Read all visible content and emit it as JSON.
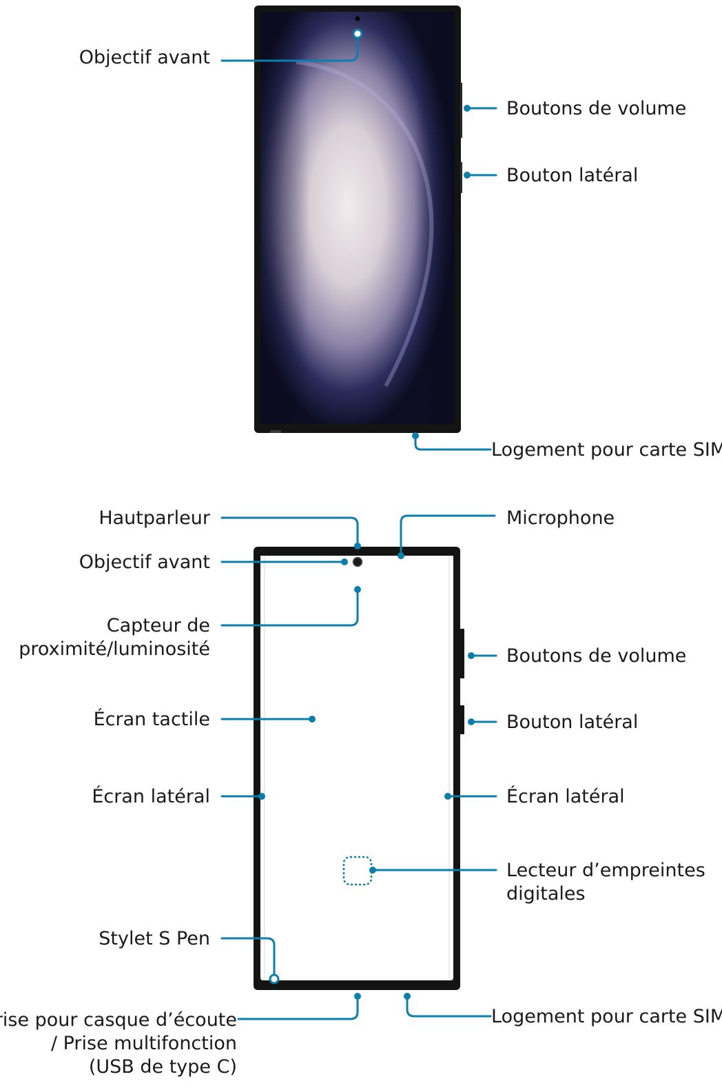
{
  "diagram": {
    "top_view": {
      "front_camera": "Objectif avant",
      "volume_buttons": "Boutons de volume",
      "side_button": "Bouton latéral",
      "sim_tray": "Logement pour carte SIM"
    },
    "bottom_view": {
      "speaker": "Hautparleur",
      "microphone": "Microphone",
      "front_camera": "Objectif avant",
      "proximity_sensor": [
        "Capteur de",
        "proximité/luminosité"
      ],
      "volume_buttons": "Boutons de volume",
      "touch_screen": "Écran tactile",
      "side_button": "Bouton latéral",
      "edge_screen_left": "Écran latéral",
      "edge_screen_right": "Écran latéral",
      "fingerprint_reader": [
        "Lecteur d’empreintes",
        "digitales"
      ],
      "s_pen": "Stylet S Pen",
      "usb_port": [
        "Prise pour casque d’écoute",
        "/ Prise multifonction",
        "(USB de type C)"
      ],
      "sim_tray": "Logement pour carte SIM"
    }
  }
}
